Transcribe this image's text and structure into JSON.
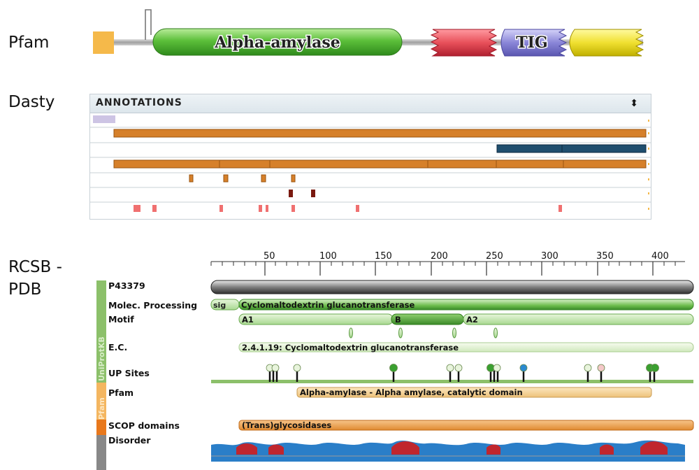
{
  "labels": {
    "pfam": "Pfam",
    "dasty": "Dasty",
    "rcsb_line1": "RCSB -",
    "rcsb_line2": "PDB"
  },
  "pfam": {
    "main_domain": "Alpha-amylase",
    "tig_domain": "TIG",
    "colors": {
      "alpha": "#5cbf3a",
      "red": "#e8505a",
      "tig": "#8a86d8",
      "yellow": "#f0e030",
      "signal": "#f5b94a"
    }
  },
  "dasty": {
    "title": "ANNOTATIONS",
    "toggle": "⬍",
    "colors": {
      "orange": "#d6802a",
      "navy": "#1f4e6e",
      "maroon": "#7a1a10",
      "pink": "#f07070",
      "lavender": "#cdc4e4"
    }
  },
  "rcsb": {
    "ruler_ticks": [
      "50",
      "100",
      "150",
      "200",
      "250",
      "300",
      "350",
      "400"
    ],
    "side_labels": {
      "uniprot": "UniProtKB",
      "pfam": "Pfam"
    },
    "tracks": {
      "accession": "P43379",
      "molec_processing": "Molec. Processing",
      "motif": "Motif",
      "ec": "E.C.",
      "up_sites": "UP Sites",
      "pfam": "Pfam",
      "scop": "SCOP domains",
      "disorder": "Disorder"
    },
    "features": {
      "sig": "sig",
      "chain": "Cyclomaltodextrin glucanotransferase",
      "motif_a1": "A1",
      "motif_b": "B",
      "motif_a2": "A2",
      "ec_desc": "2.4.1.19: Cyclomaltodextrin glucanotransferase",
      "pfam_desc": "Alpha-amylase - Alpha amylase, catalytic domain",
      "scop_desc": "(Trans)glycosidases"
    }
  }
}
